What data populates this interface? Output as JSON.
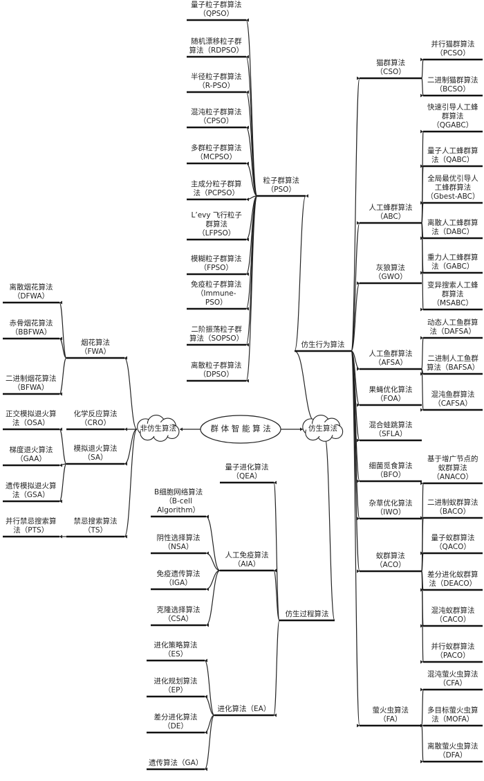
{
  "diagram": {
    "root": "群 体 智 能 算 法",
    "branches": [
      {
        "id": "bio-behavior",
        "label": "仿生算法",
        "children": [
          {
            "id": "behavior",
            "label": "仿生行为算法",
            "children": [
              {
                "id": "pso",
                "label": "粒子群算法\n（PSO）",
                "children": [
                  {
                    "id": "qpso",
                    "label": "量子粒子群算法\n（QPSO）"
                  },
                  {
                    "id": "rdpso",
                    "label": "随机漂移粒子群\n算法（RDPSO）"
                  },
                  {
                    "id": "rpso",
                    "label": "半径粒子群算法\n（R-PSO）"
                  },
                  {
                    "id": "cpso",
                    "label": "混沌粒子群算法\n（CPSO）"
                  },
                  {
                    "id": "mcpso",
                    "label": "多群粒子群算法\n（MCPSO）"
                  },
                  {
                    "id": "pcpso",
                    "label": "主成分粒子群算\n法（PCPSO）"
                  },
                  {
                    "id": "lfpso",
                    "label": "L’evy 飞行粒子\n群算法\n（LFPSO）"
                  },
                  {
                    "id": "fpso",
                    "label": "模糊粒子群算法\n（FPSO）"
                  },
                  {
                    "id": "ipso",
                    "label": "免疫粒子群算法\n（Immune-\nPSO）"
                  },
                  {
                    "id": "sopso",
                    "label": "二阶振荡粒子群\n算法（SOPSO）"
                  },
                  {
                    "id": "dpso",
                    "label": "离散粒子群算法\n（DPSO）"
                  }
                ]
              },
              {
                "id": "cso",
                "label": "猫群算法\n（CSO）",
                "children": [
                  {
                    "id": "pcso",
                    "label": "并行猫群算法\n（PCSO）"
                  },
                  {
                    "id": "bcso",
                    "label": "二进制猫群算法\n（BCSO）"
                  }
                ]
              },
              {
                "id": "abc",
                "label": "人工蜂群算法\n（ABC）",
                "children": [
                  {
                    "id": "qgabc",
                    "label": "快速引导人工蜂\n群算法\n（QGABC）"
                  },
                  {
                    "id": "qabc",
                    "label": "量子人工蜂群算\n法（QABC）"
                  },
                  {
                    "id": "gbabc",
                    "label": "全局最优引导人\n工蜂群算法\n（Gbest-ABC）"
                  },
                  {
                    "id": "dabc",
                    "label": "离散人工蜂群算\n法（DABC）"
                  },
                  {
                    "id": "gabc",
                    "label": "重力人工蜂群算\n法（GABC）"
                  },
                  {
                    "id": "msabc",
                    "label": "变异搜索人工蜂\n群算法\n（MSABC）"
                  }
                ]
              },
              {
                "id": "gwo",
                "label": "灰狼算法\n（GWO）"
              },
              {
                "id": "afsa",
                "label": "人工鱼群算法\n（AFSA）",
                "children": [
                  {
                    "id": "dafsa",
                    "label": "动态人工鱼群算\n法（DAFSA）"
                  },
                  {
                    "id": "bafsa",
                    "label": "二进制人工鱼群\n算法（BAFSA）"
                  },
                  {
                    "id": "cafsa",
                    "label": "混沌鱼群算法\n（CAFSA）"
                  }
                ]
              },
              {
                "id": "foa",
                "label": "果蝇优化算法\n（FOA）"
              },
              {
                "id": "sfla",
                "label": "混合蛙跳算法\n（SFLA）"
              },
              {
                "id": "bfo",
                "label": "细菌觅食算法\n（BFO）"
              },
              {
                "id": "iwo",
                "label": "杂草优化算法\n（IWO）"
              },
              {
                "id": "aco",
                "label": "蚁群算法\n（ACO）",
                "children": [
                  {
                    "id": "anaco",
                    "label": "基于增广节点的\n蚁群算法\n（ANACO）"
                  },
                  {
                    "id": "baco",
                    "label": "二进制蚁群算法\n（BACO）"
                  },
                  {
                    "id": "qaco",
                    "label": "量子蚁群算法\n（QACO）"
                  },
                  {
                    "id": "deaco",
                    "label": "差分进化蚁群算\n法（DEACO）"
                  },
                  {
                    "id": "caco",
                    "label": "混沌蚁群算法\n（CACO）"
                  },
                  {
                    "id": "paco",
                    "label": "并行蚁群算法\n（PACO）"
                  }
                ]
              },
              {
                "id": "fa",
                "label": "萤火虫算法\n（FA）",
                "children": [
                  {
                    "id": "cfa",
                    "label": "混沌萤火虫算法\n（CFA）"
                  },
                  {
                    "id": "mofa",
                    "label": "多目标萤火虫算\n法（MOFA）"
                  },
                  {
                    "id": "dfa",
                    "label": "离散萤火虫算法\n（DFA）"
                  }
                ]
              }
            ]
          },
          {
            "id": "process",
            "label": "仿生过程算法",
            "children": [
              {
                "id": "qea",
                "label": "量子进化算法\n（QEA）"
              },
              {
                "id": "aia",
                "label": "人工免疫算法\n（AIA）",
                "children": [
                  {
                    "id": "bcell",
                    "label": "B细胞网络算法\n（B-cell\nAlgorithm）"
                  },
                  {
                    "id": "nsa",
                    "label": "阴性选择算法\n（NSA）"
                  },
                  {
                    "id": "iga",
                    "label": "免疫遗传算法\n（IGA）"
                  },
                  {
                    "id": "csa",
                    "label": "克隆选择算法\n（CSA）"
                  }
                ]
              },
              {
                "id": "ea",
                "label": "进化算法（EA）",
                "children": [
                  {
                    "id": "es",
                    "label": "进化策略算法\n（ES）"
                  },
                  {
                    "id": "ep",
                    "label": "进化规划算法\n（EP）"
                  },
                  {
                    "id": "de",
                    "label": "差分进化算法\n（DE）"
                  },
                  {
                    "id": "ga",
                    "label": "遗传算法（GA）"
                  }
                ]
              }
            ]
          }
        ]
      },
      {
        "id": "non-bio",
        "label": "非仿生算法",
        "children": [
          {
            "id": "fwa",
            "label": "烟花算法\n（FWA）",
            "children": [
              {
                "id": "dfwa",
                "label": "离散烟花算法\n（DFWA）"
              },
              {
                "id": "bbfwa",
                "label": "赤骨烟花算法\n（BBFWA）"
              },
              {
                "id": "bfwa",
                "label": "二进制烟花算法\n（BFWA）"
              }
            ]
          },
          {
            "id": "cro",
            "label": "化学反应算法\n（CRO）"
          },
          {
            "id": "sa",
            "label": "模拟退火算法\n（SA）",
            "children": [
              {
                "id": "osa",
                "label": "正交模拟退火算\n法（OSA）"
              },
              {
                "id": "gaa",
                "label": "梯度退火算法\n（GAA）"
              },
              {
                "id": "gsa",
                "label": "遗传模拟退火算\n法（GSA）"
              }
            ]
          },
          {
            "id": "ts",
            "label": "禁忌搜索算法\n（TS）",
            "children": [
              {
                "id": "pts",
                "label": "并行禁忌搜索算\n法（PTS）"
              }
            ]
          }
        ]
      }
    ]
  }
}
